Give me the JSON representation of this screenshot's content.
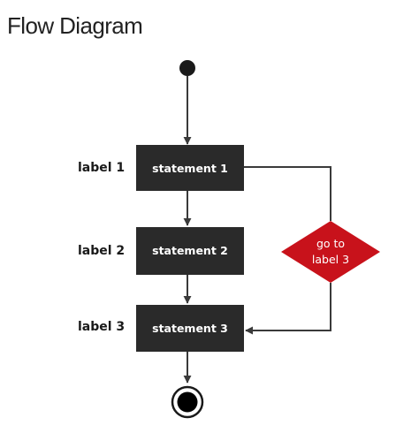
{
  "title": "Flow Diagram",
  "diagram": {
    "labels": [
      "label 1",
      "label 2",
      "label 3"
    ],
    "statements": [
      "statement 1",
      "statement 2",
      "statement 3"
    ],
    "decision": {
      "line1": "go to",
      "line2": "label 3"
    },
    "colors": {
      "box": "#2a2a2a",
      "decision": "#c8121b",
      "line": "#3a3a3a"
    }
  }
}
